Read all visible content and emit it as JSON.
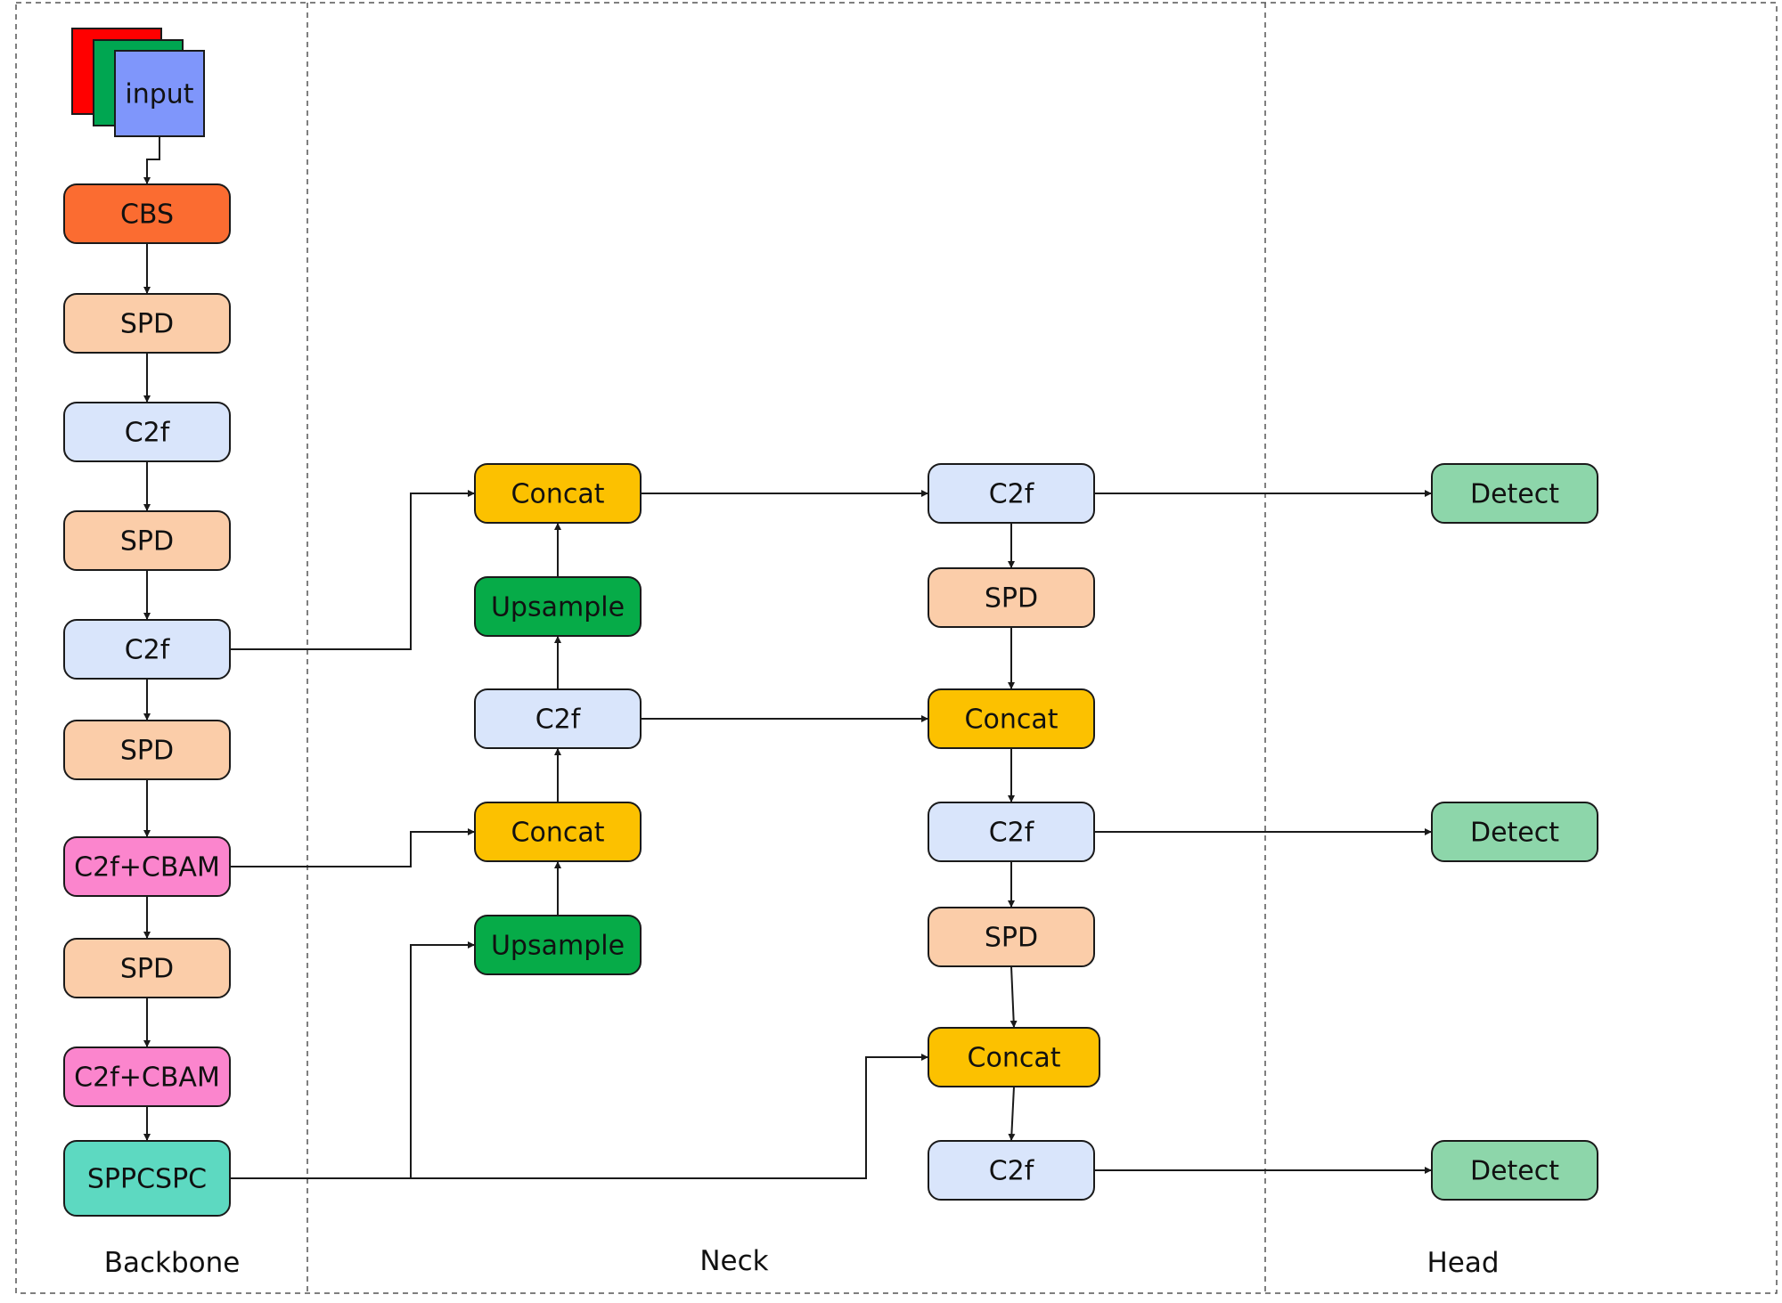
{
  "sections": {
    "backbone": "Backbone",
    "neck": "Neck",
    "head": "Head"
  },
  "nodes": [
    {
      "id": "input",
      "label": "input",
      "color": "#7f96fb",
      "type": "input"
    },
    {
      "id": "cbs",
      "label": "CBS",
      "color": "#fb6c31"
    },
    {
      "id": "bb_spd1",
      "label": "SPD",
      "color": "#fbcda9"
    },
    {
      "id": "bb_c2f1",
      "label": "C2f",
      "color": "#d9e5fb"
    },
    {
      "id": "bb_spd2",
      "label": "SPD",
      "color": "#fbcda9"
    },
    {
      "id": "bb_c2f2",
      "label": "C2f",
      "color": "#d9e5fb"
    },
    {
      "id": "bb_spd3",
      "label": "SPD",
      "color": "#fbcda9"
    },
    {
      "id": "bb_cbam1",
      "label": "C2f+CBAM",
      "color": "#fb85cd"
    },
    {
      "id": "bb_spd4",
      "label": "SPD",
      "color": "#fbcda9"
    },
    {
      "id": "bb_cbam2",
      "label": "C2f+CBAM",
      "color": "#fb85cd"
    },
    {
      "id": "sppcspc",
      "label": "SPPCSPC",
      "color": "#5dd9c1"
    },
    {
      "id": "n_concat1",
      "label": "Concat",
      "color": "#fcc100"
    },
    {
      "id": "n_up1",
      "label": "Upsample",
      "color": "#06ab48"
    },
    {
      "id": "n_c2f",
      "label": "C2f",
      "color": "#d9e5fb"
    },
    {
      "id": "n_concat2",
      "label": "Concat",
      "color": "#fcc100"
    },
    {
      "id": "n_up2",
      "label": "Upsample",
      "color": "#06ab48"
    },
    {
      "id": "m_c2f1",
      "label": "C2f",
      "color": "#d9e5fb"
    },
    {
      "id": "m_spd1",
      "label": "SPD",
      "color": "#fbcda9"
    },
    {
      "id": "m_concat1",
      "label": "Concat",
      "color": "#fcc100"
    },
    {
      "id": "m_c2f2",
      "label": "C2f",
      "color": "#d9e5fb"
    },
    {
      "id": "m_spd2",
      "label": "SPD",
      "color": "#fbcda9"
    },
    {
      "id": "m_concat2",
      "label": "Concat",
      "color": "#fcc100"
    },
    {
      "id": "m_c2f3",
      "label": "C2f",
      "color": "#d9e5fb"
    },
    {
      "id": "det1",
      "label": "Detect",
      "color": "#8dd6aa"
    },
    {
      "id": "det2",
      "label": "Detect",
      "color": "#8dd6aa"
    },
    {
      "id": "det3",
      "label": "Detect",
      "color": "#8dd6aa"
    }
  ],
  "input_stack_colors": [
    "#ff0000",
    "#00a651",
    "#7f96fb"
  ],
  "edges": [
    {
      "from": "input",
      "to": "cbs"
    },
    {
      "from": "cbs",
      "to": "bb_spd1"
    },
    {
      "from": "bb_spd1",
      "to": "bb_c2f1"
    },
    {
      "from": "bb_c2f1",
      "to": "bb_spd2"
    },
    {
      "from": "bb_spd2",
      "to": "bb_c2f2"
    },
    {
      "from": "bb_c2f2",
      "to": "bb_spd3"
    },
    {
      "from": "bb_spd3",
      "to": "bb_cbam1"
    },
    {
      "from": "bb_cbam1",
      "to": "bb_spd4"
    },
    {
      "from": "bb_spd4",
      "to": "bb_cbam2"
    },
    {
      "from": "bb_cbam2",
      "to": "sppcspc"
    },
    {
      "from": "bb_c2f2",
      "to": "n_concat1"
    },
    {
      "from": "bb_cbam1",
      "to": "n_concat2"
    },
    {
      "from": "sppcspc",
      "to": "n_up2"
    },
    {
      "from": "sppcspc",
      "to": "m_concat2"
    },
    {
      "from": "n_up2",
      "to": "n_concat2"
    },
    {
      "from": "n_concat2",
      "to": "n_c2f"
    },
    {
      "from": "n_c2f",
      "to": "n_up1"
    },
    {
      "from": "n_up1",
      "to": "n_concat1"
    },
    {
      "from": "n_concat1",
      "to": "m_c2f1"
    },
    {
      "from": "n_c2f",
      "to": "m_concat1"
    },
    {
      "from": "m_c2f1",
      "to": "m_spd1"
    },
    {
      "from": "m_spd1",
      "to": "m_concat1"
    },
    {
      "from": "m_concat1",
      "to": "m_c2f2"
    },
    {
      "from": "m_c2f2",
      "to": "m_spd2"
    },
    {
      "from": "m_spd2",
      "to": "m_concat2"
    },
    {
      "from": "m_concat2",
      "to": "m_c2f3"
    },
    {
      "from": "m_c2f1",
      "to": "det1"
    },
    {
      "from": "m_c2f2",
      "to": "det2"
    },
    {
      "from": "m_c2f3",
      "to": "det3"
    }
  ]
}
